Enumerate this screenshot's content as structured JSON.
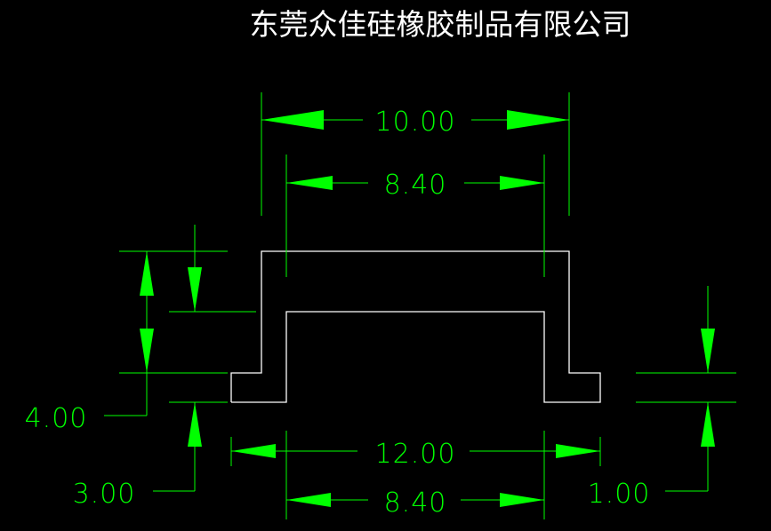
{
  "title": "东莞众佳硅橡胶制品有限公司",
  "colors": {
    "background": "#000000",
    "profile": "#ffffff",
    "dimension": "#00ff00",
    "title": "#ffffff"
  },
  "dimensions": {
    "top_outer_width": "10.00",
    "top_inner_width": "8.40",
    "total_height": "4.00",
    "inner_depth": "3.00",
    "bottom_outer_width": "12.00",
    "bottom_inner_width": "8.40",
    "flange_thickness": "1.00"
  }
}
